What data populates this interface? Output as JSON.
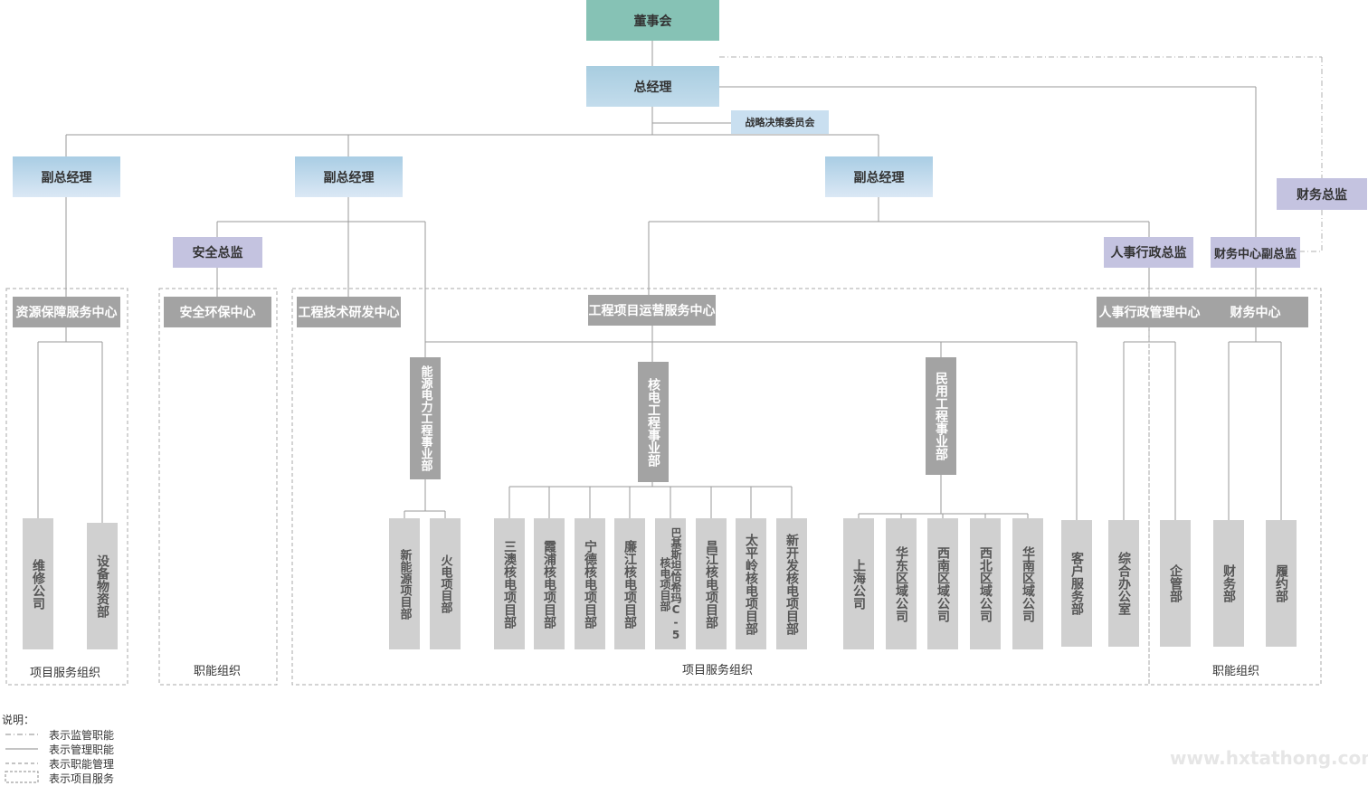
{
  "top": {
    "board": "董事会",
    "gm": "总经理",
    "committee": "战略决策委员会",
    "vp1": "副总经理",
    "vp2": "副总经理",
    "vp3": "副总经理",
    "finance_chief": "财务总监"
  },
  "directors": {
    "safety": "安全总监",
    "hr": "人事行政总监",
    "finance_deputy": "财务中心副总监"
  },
  "centers": {
    "resource": "资源保障服务中心",
    "safety_env": "安全环保中心",
    "tech_rd": "工程技术研发中心",
    "ops": "工程项目运营服务中心",
    "hr_mgmt": "人事行政管理中心",
    "finance": "财务中心"
  },
  "divisions": {
    "energy": "能源电力工程事业部",
    "nuclear": "核电工程事业部",
    "civil": "民用工程事业部"
  },
  "leaves": {
    "repair": "维修公司",
    "equipment": "设备物资部",
    "new_energy": "新能源项目部",
    "thermal": "火电项目部",
    "sanao": "三澳核电项目部",
    "xiapu": "霞浦核电项目部",
    "ningde": "宁德核电项目部",
    "lianjiang": "廉江核电项目部",
    "pakistan": "巴基斯坦恰希玛C-5核电项目部",
    "changjiang": "昌江核电项目部",
    "taipingling": "太平岭核电项目部",
    "new_dev": "新开发核电项目部",
    "shanghai": "上海公司",
    "east": "华东区域公司",
    "southwest": "西南区域公司",
    "northwest": "西北区域公司",
    "south": "华南区域公司",
    "customer": "客户服务部",
    "office": "综合办公室",
    "enterprise": "企管部",
    "finance_dept": "财务部",
    "contract": "履约部"
  },
  "groups": {
    "g1": "项目服务组织",
    "g2": "职能组织",
    "g3": "项目服务组织",
    "g4": "职能组织"
  },
  "legend": {
    "title": "说明：",
    "l1": "表示监管职能",
    "l2": "表示管理职能",
    "l3": "表示职能管理",
    "l4": "表示项目服务"
  },
  "watermark": "www.hxtathong.com",
  "colors": {
    "board": "#86c2b5",
    "gm": "#a8cde0",
    "director": "#c4c3e0",
    "center": "#a3a3a3",
    "leaf": "#d0d0d0",
    "line": "#999999"
  }
}
